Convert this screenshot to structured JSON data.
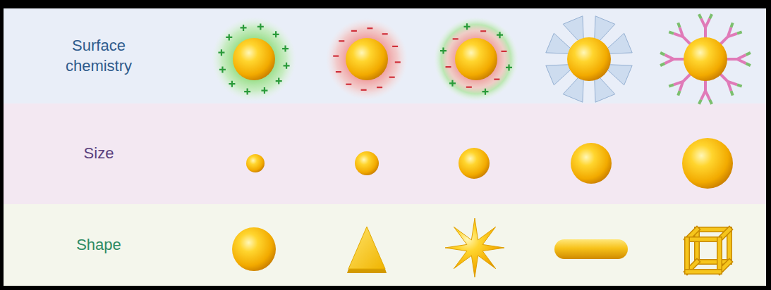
{
  "diagram": {
    "nodes": [
      {
        "text": [
          "Surface chemistry"
        ]
      },
      {
        "text": [
          "Size"
        ]
      },
      {
        "text": [
          "Shape"
        ]
      }
    ]
  }
}
